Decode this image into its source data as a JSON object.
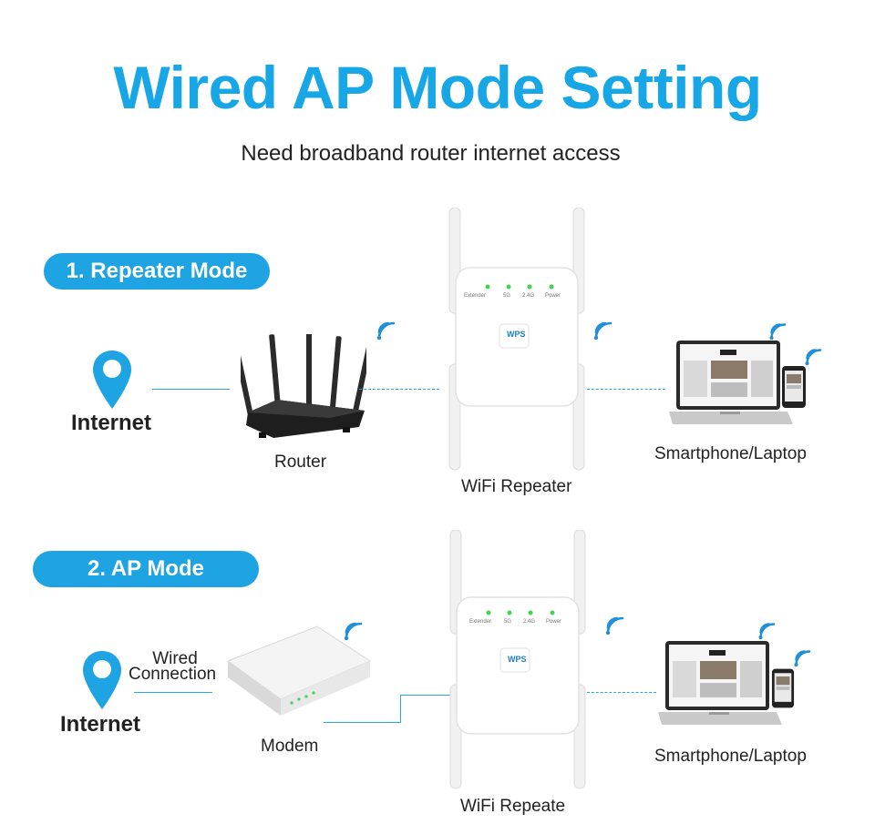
{
  "header": {
    "title": "Wired AP Mode Setting",
    "subtitle": "Need broadband router internet access"
  },
  "modes": {
    "repeater": {
      "label": "1. Repeater Mode",
      "internet_label": "Internet",
      "router_label": "Router",
      "repeater_label": "WiFi Repeater",
      "devices_label": "Smartphone/Laptop"
    },
    "ap": {
      "label": "2. AP Mode",
      "internet_label": "Internet",
      "wired_label_line1": "Wired",
      "wired_label_line2": "Connection",
      "modem_label": "Modem",
      "repeater_label": "WiFi Repeate",
      "devices_label": "Smartphone/Laptop"
    }
  },
  "device_panel": {
    "leds": [
      "Extender",
      "5G",
      "2.4G",
      "Power"
    ],
    "wps_label": "WPS"
  },
  "colors": {
    "accent": "#17a7e6",
    "pill": "#1ea3e3",
    "led": "#3fd64a",
    "router": "#2b2b2b"
  }
}
